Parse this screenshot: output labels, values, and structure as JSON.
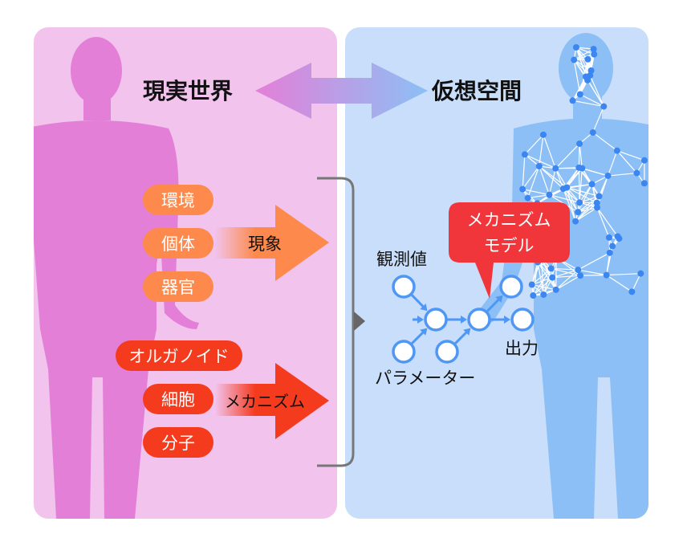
{
  "titles": {
    "real": "現実世界",
    "virtual": "仮想空間"
  },
  "phenomena": {
    "items": [
      "環境",
      "個体",
      "器官"
    ],
    "arrow_label": "現象"
  },
  "mechanisms": {
    "items": [
      "オルガノイド",
      "細胞",
      "分子"
    ],
    "arrow_label": "メカニズム"
  },
  "model": {
    "callout_line1": "メカニズム",
    "callout_line2": "モデル",
    "observed_label": "観測値",
    "parameter_label": "パラメーター",
    "output_label": "出力"
  },
  "colors": {
    "real_panel": "#f2c3ec",
    "real_body": "#e47fd8",
    "virtual_panel": "#c8defb",
    "virtual_body": "#8cbff5",
    "orange": "#fd8a4c",
    "red": "#f53b1e",
    "node_stroke": "#4f97f5",
    "callout": "#f0353b"
  }
}
